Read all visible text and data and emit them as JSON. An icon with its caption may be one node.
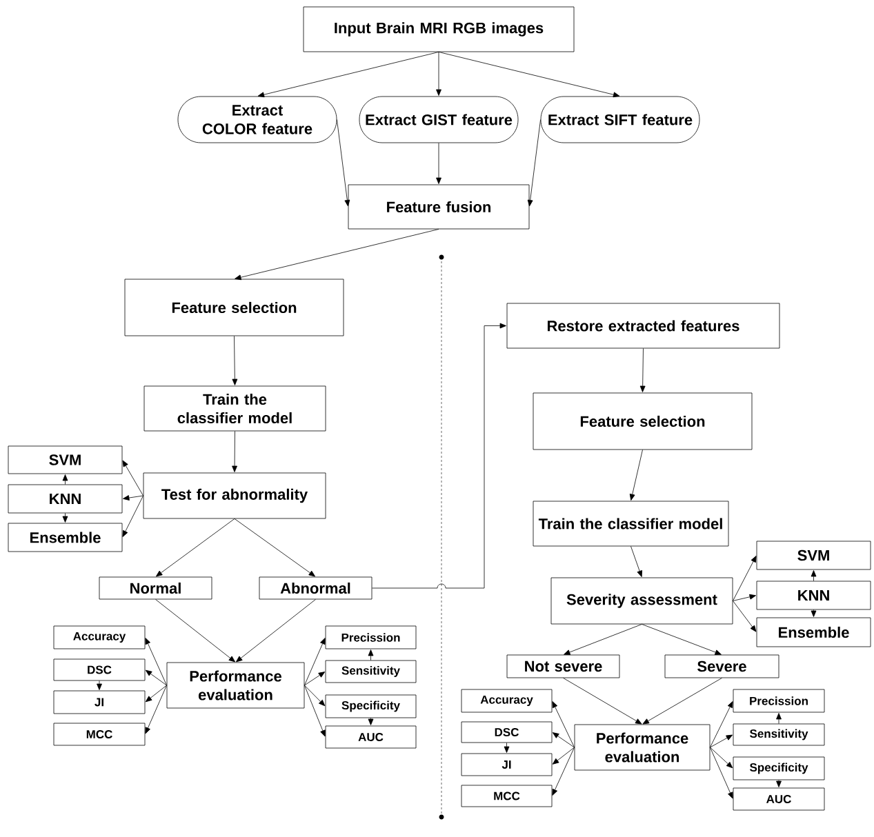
{
  "diagram": {
    "nodes": [
      {
        "text": [
          "Input Brain MRI RGB images"
        ]
      },
      {
        "text": [
          "Extract COLOR feature"
        ]
      },
      {
        "text": [
          "Extract GIST feature"
        ]
      },
      {
        "text": [
          "Extract SIFT feature"
        ]
      },
      {
        "text": [
          "Feature fusion"
        ]
      },
      {
        "text": [
          "Feature selection"
        ]
      },
      {
        "text": [
          "Train the classifier model"
        ]
      },
      {
        "text": [
          "Test for abnormality"
        ]
      },
      {
        "text": [
          "SVM"
        ]
      },
      {
        "text": [
          "KNN"
        ]
      },
      {
        "text": [
          "Ensemble"
        ]
      },
      {
        "text": [
          "Normal"
        ]
      },
      {
        "text": [
          "Abnormal"
        ]
      },
      {
        "text": [
          "Performance evaluation"
        ]
      },
      {
        "text": [
          "Accuracy"
        ]
      },
      {
        "text": [
          "DSC"
        ]
      },
      {
        "text": [
          "JI"
        ]
      },
      {
        "text": [
          "MCC"
        ]
      },
      {
        "text": [
          "Precission"
        ]
      },
      {
        "text": [
          "Sensitivity"
        ]
      },
      {
        "text": [
          "Specificity"
        ]
      },
      {
        "text": [
          "AUC"
        ]
      },
      {
        "text": [
          "Restore extracted features"
        ]
      },
      {
        "text": [
          "Feature selection"
        ]
      },
      {
        "text": [
          "Train the classifier model"
        ]
      },
      {
        "text": [
          "Severity assessment"
        ]
      },
      {
        "text": [
          "SVM"
        ]
      },
      {
        "text": [
          "KNN"
        ]
      },
      {
        "text": [
          "Ensemble"
        ]
      },
      {
        "text": [
          "Not severe"
        ]
      },
      {
        "text": [
          "Severe"
        ]
      },
      {
        "text": [
          "Performance evaluation"
        ]
      },
      {
        "text": [
          "Accuracy"
        ]
      },
      {
        "text": [
          "DSC"
        ]
      },
      {
        "text": [
          "JI"
        ]
      },
      {
        "text": [
          "MCC"
        ]
      },
      {
        "text": [
          "Precission"
        ]
      },
      {
        "text": [
          "Sensitivity"
        ]
      },
      {
        "text": [
          "Specificity"
        ]
      },
      {
        "text": [
          "AUC"
        ]
      }
    ],
    "edges": [
      {
        "from": 0,
        "to": 1,
        "arrow": "to"
      },
      {
        "from": 0,
        "to": 2,
        "arrow": "to"
      },
      {
        "from": 0,
        "to": 3,
        "arrow": "to"
      },
      {
        "from": 1,
        "to": 4,
        "arrow": "to"
      },
      {
        "from": 2,
        "to": 4,
        "arrow": "to"
      },
      {
        "from": 3,
        "to": 4,
        "arrow": "to"
      },
      {
        "from": 4,
        "to": 5,
        "arrow": "to"
      },
      {
        "from": 5,
        "to": 6,
        "arrow": "to"
      },
      {
        "from": 6,
        "to": 7,
        "arrow": "to"
      },
      {
        "from": 7,
        "to": 8,
        "arrow": "to"
      },
      {
        "from": 7,
        "to": 9,
        "arrow": "to"
      },
      {
        "from": 7,
        "to": 10,
        "arrow": "to"
      },
      {
        "from": 9,
        "to": 8,
        "arrow": "to"
      },
      {
        "from": 9,
        "to": 10,
        "arrow": "to"
      },
      {
        "from": 7,
        "to": 11,
        "arrow": "to"
      },
      {
        "from": 7,
        "to": 12,
        "arrow": "to"
      },
      {
        "from": 11,
        "to": 13,
        "arrow": "to"
      },
      {
        "from": 12,
        "to": 13,
        "arrow": "to"
      },
      {
        "from": 13,
        "to": 14,
        "arrow": "to"
      },
      {
        "from": 13,
        "to": 15,
        "arrow": "to"
      },
      {
        "from": 13,
        "to": 16,
        "arrow": "to"
      },
      {
        "from": 13,
        "to": 17,
        "arrow": "to"
      },
      {
        "from": 15,
        "to": 16,
        "arrow": "to"
      },
      {
        "from": 13,
        "to": 18,
        "arrow": "to"
      },
      {
        "from": 13,
        "to": 19,
        "arrow": "to"
      },
      {
        "from": 13,
        "to": 20,
        "arrow": "to"
      },
      {
        "from": 13,
        "to": 21,
        "arrow": "to"
      },
      {
        "from": 19,
        "to": 18,
        "arrow": "to"
      },
      {
        "from": 20,
        "to": 21,
        "arrow": "to"
      },
      {
        "from": 12,
        "to": 22,
        "arrow": "to"
      },
      {
        "from": 22,
        "to": 23,
        "arrow": "to"
      },
      {
        "from": 23,
        "to": 24,
        "arrow": "to"
      },
      {
        "from": 24,
        "to": 25,
        "arrow": "to"
      },
      {
        "from": 25,
        "to": 26,
        "arrow": "to"
      },
      {
        "from": 25,
        "to": 27,
        "arrow": "to"
      },
      {
        "from": 25,
        "to": 28,
        "arrow": "to"
      },
      {
        "from": 27,
        "to": 26,
        "arrow": "to"
      },
      {
        "from": 27,
        "to": 28,
        "arrow": "to"
      },
      {
        "from": 25,
        "to": 29,
        "arrow": "to"
      },
      {
        "from": 25,
        "to": 30,
        "arrow": "to"
      },
      {
        "from": 29,
        "to": 31,
        "arrow": "to"
      },
      {
        "from": 30,
        "to": 31,
        "arrow": "to"
      },
      {
        "from": 31,
        "to": 32,
        "arrow": "to"
      },
      {
        "from": 31,
        "to": 33,
        "arrow": "to"
      },
      {
        "from": 31,
        "to": 34,
        "arrow": "to"
      },
      {
        "from": 31,
        "to": 35,
        "arrow": "to"
      },
      {
        "from": 33,
        "to": 34,
        "arrow": "to"
      },
      {
        "from": 31,
        "to": 36,
        "arrow": "to"
      },
      {
        "from": 31,
        "to": 37,
        "arrow": "to"
      },
      {
        "from": 31,
        "to": 38,
        "arrow": "to"
      },
      {
        "from": 31,
        "to": 39,
        "arrow": "to"
      },
      {
        "from": 37,
        "to": 36,
        "arrow": "to"
      },
      {
        "from": 38,
        "to": 39,
        "arrow": "to"
      }
    ]
  }
}
